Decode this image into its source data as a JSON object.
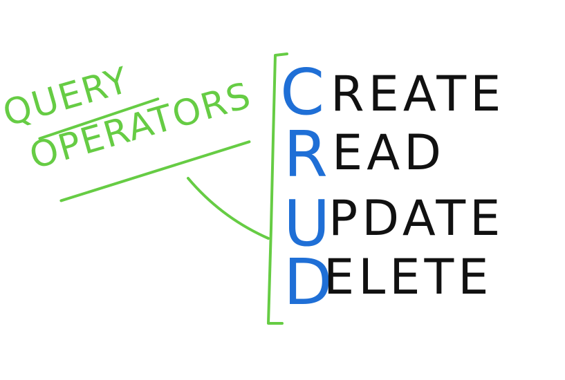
{
  "colors": {
    "green": "#66cc44",
    "blue": "#1f6fd6",
    "black": "#111111",
    "background": "#ffffff"
  },
  "label": {
    "line1": "QUERY",
    "line2": "OPERATORS"
  },
  "crud": [
    {
      "initial": "C",
      "rest": "REATE"
    },
    {
      "initial": "R",
      "rest": "EAD"
    },
    {
      "initial": "U",
      "rest": "PDATE"
    },
    {
      "initial": "D",
      "rest": "ELETE"
    }
  ]
}
